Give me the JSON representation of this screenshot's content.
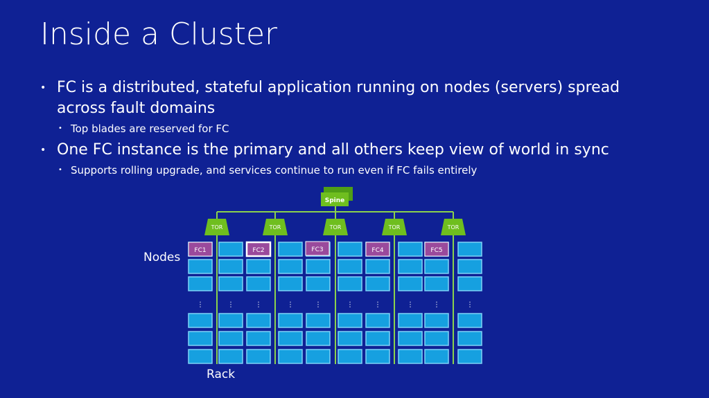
{
  "slide": {
    "title": "Inside a Cluster",
    "bullets": [
      {
        "text": "FC is a distributed, stateful application running on nodes (servers) spread across fault domains",
        "sub": [
          "Top blades are reserved for FC"
        ]
      },
      {
        "text": "One FC instance is the primary and all others keep view of world in sync",
        "sub": [
          "Supports rolling upgrade, and services continue to run even if FC fails entirely"
        ]
      }
    ]
  },
  "diagram": {
    "spine_label": "Spine",
    "tor_label": "TOR",
    "nodes_label": "Nodes",
    "rack_label": "Rack",
    "ellipsis": "⋮",
    "fc_labels": [
      "FC1",
      "FC2",
      "FC3",
      "FC4",
      "FC5"
    ],
    "selected_fc": "FC2",
    "colors": {
      "background": "#0f2194",
      "node": "#16a0e0",
      "switch": "#6fbe1f",
      "fc": "#9a4a9c"
    }
  }
}
